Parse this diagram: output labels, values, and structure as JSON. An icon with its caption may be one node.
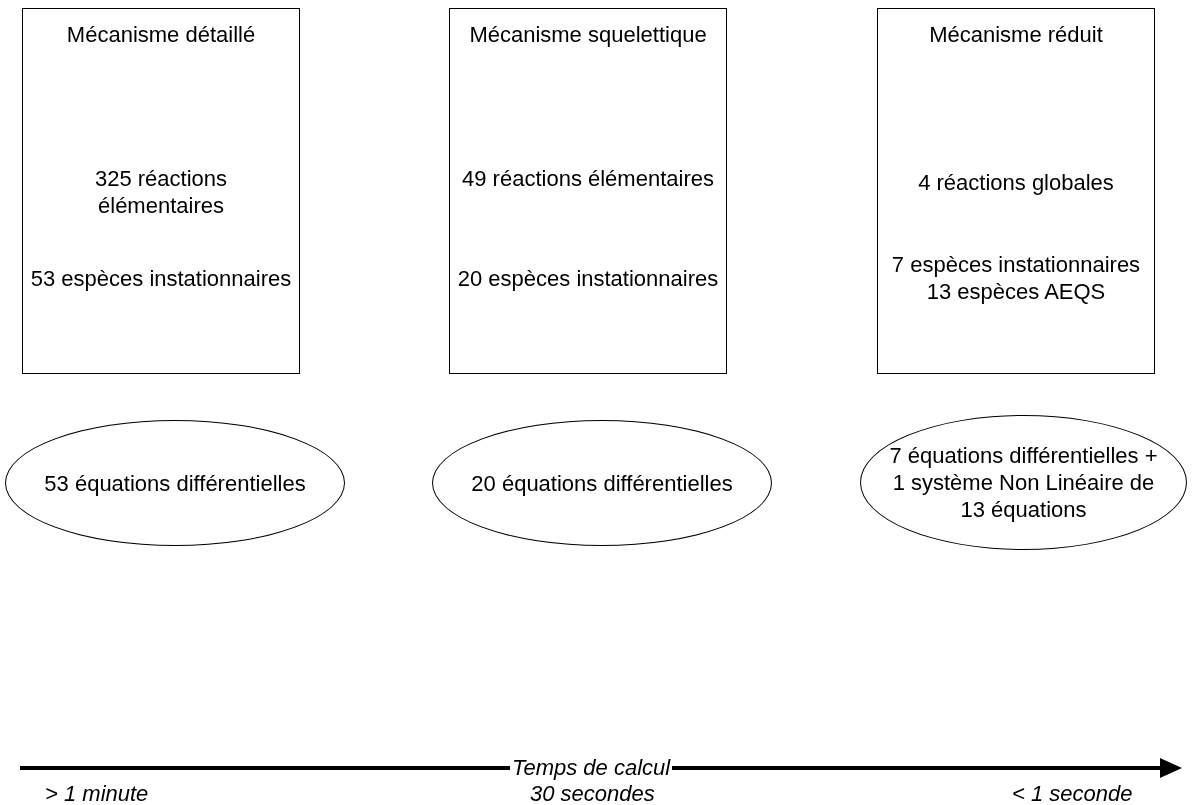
{
  "diagram": {
    "nodes": [
      {
        "text": [
          "Mécanisme détaillé",
          "325 réactions élémentaires",
          "53 espèces instationnaires"
        ]
      },
      {
        "text": [
          "Mécanisme squelettique",
          "49 réactions élémentaires",
          "20 espèces instationnaires"
        ]
      },
      {
        "text": [
          "Mécanisme réduit",
          "4 réactions globales",
          "7 espèces instationnaires 13 espèces AEQS"
        ]
      },
      {
        "text": [
          "53 équations différentielles"
        ]
      },
      {
        "text": [
          "20 équations différentielles"
        ]
      },
      {
        "text": [
          "7 équations différentielles + 1 système Non Linéaire de 13 équations"
        ]
      }
    ],
    "labels": [
      "Temps de calcul",
      "> 1 minute",
      "30 secondes",
      "< 1 seconde"
    ]
  }
}
